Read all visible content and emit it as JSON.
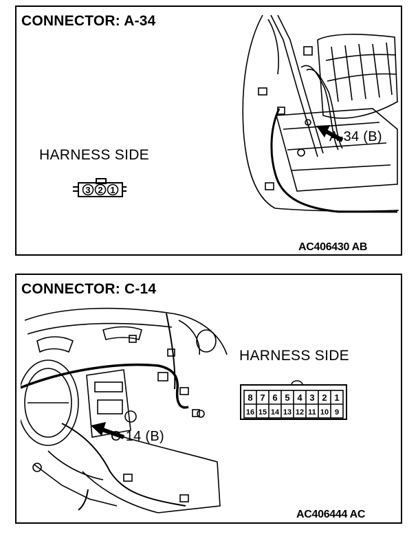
{
  "panels": [
    {
      "title": "CONNECTOR: A-34",
      "harness_label": "HARNESS SIDE",
      "callout": "A-34 (B)",
      "figure_code": "AC406430 AB",
      "connector_pins": [
        "3",
        "2",
        "1"
      ]
    },
    {
      "title": "CONNECTOR: C-14",
      "harness_label": "HARNESS SIDE",
      "callout": "C-14 (B)",
      "figure_code": "AC406444 AC",
      "connector_pins_top": [
        "8",
        "7",
        "6",
        "5",
        "4",
        "3",
        "2",
        "1"
      ],
      "connector_pins_bottom": [
        "16",
        "15",
        "14",
        "13",
        "12",
        "11",
        "10",
        "9"
      ]
    }
  ]
}
